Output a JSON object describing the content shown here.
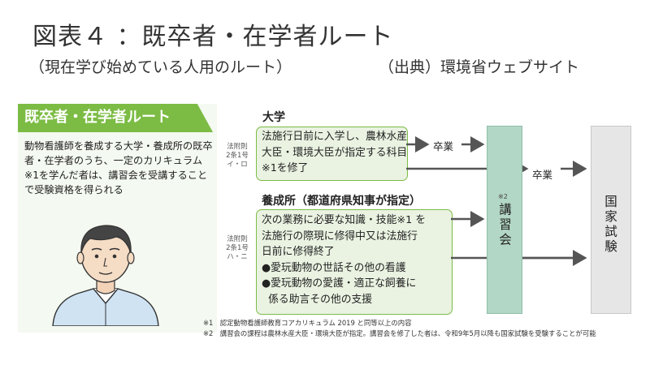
{
  "header": {
    "title": "図表４ ：既卒者・在学者ルート",
    "subtitle": "（現在学び始めている人用のルート）",
    "source": "（出典）環境省ウェブサイト"
  },
  "route_card": {
    "title": "既卒者・在学者ルート",
    "description": "動物看護師を養成する大学・養成所の既卒者・在学者のうち、一定のカリキュラム※1を学んだ者は、講習会を受講することで受験資格を得られる"
  },
  "university": {
    "heading": "大学",
    "law_ref": [
      "法附則",
      "2条1号",
      "イ・ロ"
    ],
    "text": "法施行日前に入学し、農林水産大臣・環境大臣が指定する科目※1を修了"
  },
  "school": {
    "heading": "養成所（都道府県知事が指定）",
    "law_ref": [
      "法附則",
      "2条1号",
      "ハ・ニ"
    ],
    "lines": [
      "次の業務に必要な知識・技能※1 を",
      "法施行の際現に修得中又は法施行",
      "日前に修得終了",
      "●愛玩動物の世話その他の看護",
      "●愛玩動物の愛護・適正な飼養に",
      "  係る助言その他の支援"
    ]
  },
  "flow": {
    "graduation_1": "卒業",
    "graduation_2": "卒業",
    "lecture_note": "※2",
    "lecture": "講習会",
    "exam": "国家試験"
  },
  "footnotes": [
    "※1　認定動物看護師教育コアカリキュラム 2019 と同等以上の内容",
    "※2　講習会の課程は農林水産大臣・環境大臣が指定。講習会を修了した者は、令和9年5月以降も国家試験を受験することが可能"
  ],
  "colors": {
    "accent_green": "#7cbc45",
    "box_fill": "#eaf3e2",
    "lecture_fill": "#b3d7c6",
    "exam_fill": "#e6e6e6",
    "arrow": "#555555"
  }
}
